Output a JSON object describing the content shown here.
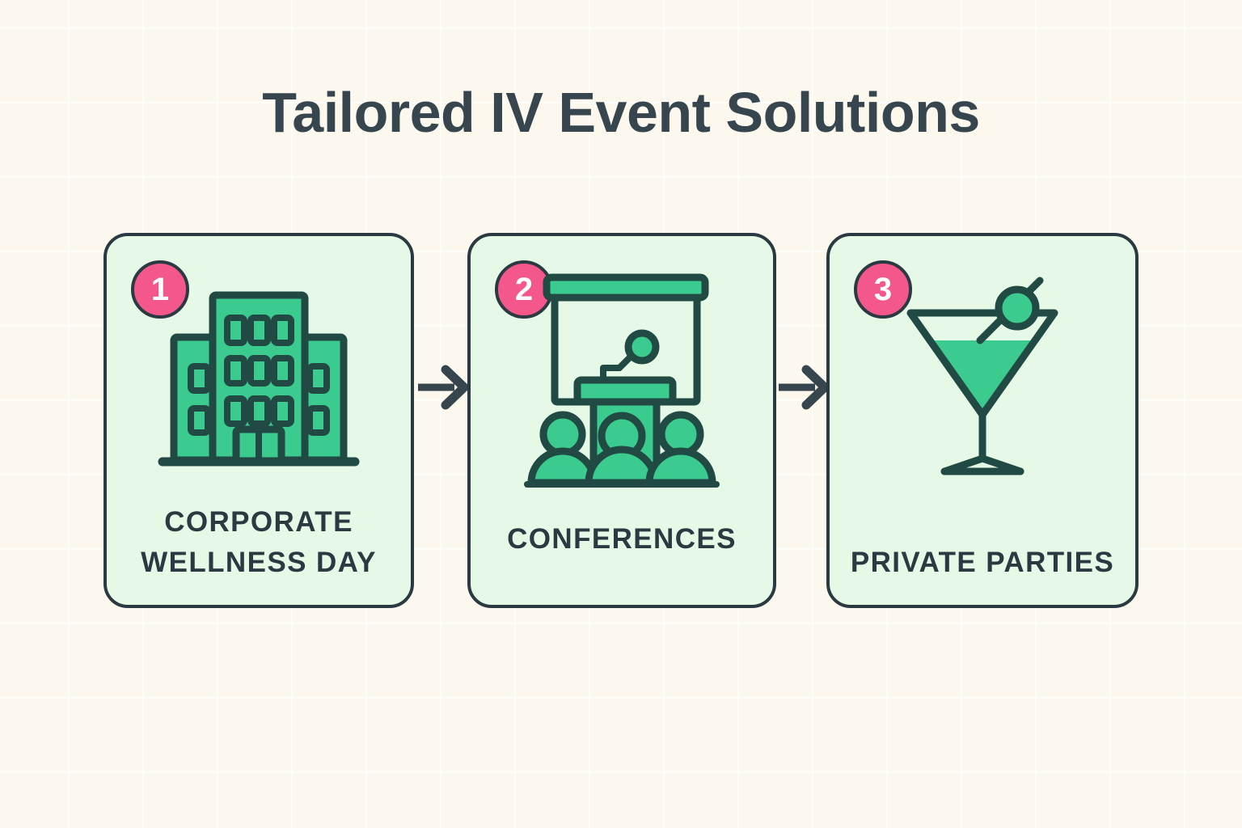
{
  "page": {
    "title": "Tailored IV Event Solutions",
    "background_color": "#FDF8EE",
    "grid_line_color": "#FFFFFF",
    "title_color": "#36454E"
  },
  "theme": {
    "card_fill": "#E6F8E6",
    "outline": "#2B3A42",
    "icon_green": "#3CCB8E",
    "badge_pink": "#F4578C",
    "badge_text": "#FFFFFF"
  },
  "cards": [
    {
      "number": "1",
      "label": "CORPORATE WELLNESS DAY",
      "icon": "office-building-icon"
    },
    {
      "number": "2",
      "label": "CONFERENCES",
      "icon": "conference-presentation-icon"
    },
    {
      "number": "3",
      "label": "PRIVATE PARTIES",
      "icon": "martini-glass-icon"
    }
  ],
  "connectors": [
    {
      "name": "arrow-1-to-2",
      "symbol": "right-arrow"
    },
    {
      "name": "arrow-2-to-3",
      "symbol": "right-arrow"
    }
  ]
}
